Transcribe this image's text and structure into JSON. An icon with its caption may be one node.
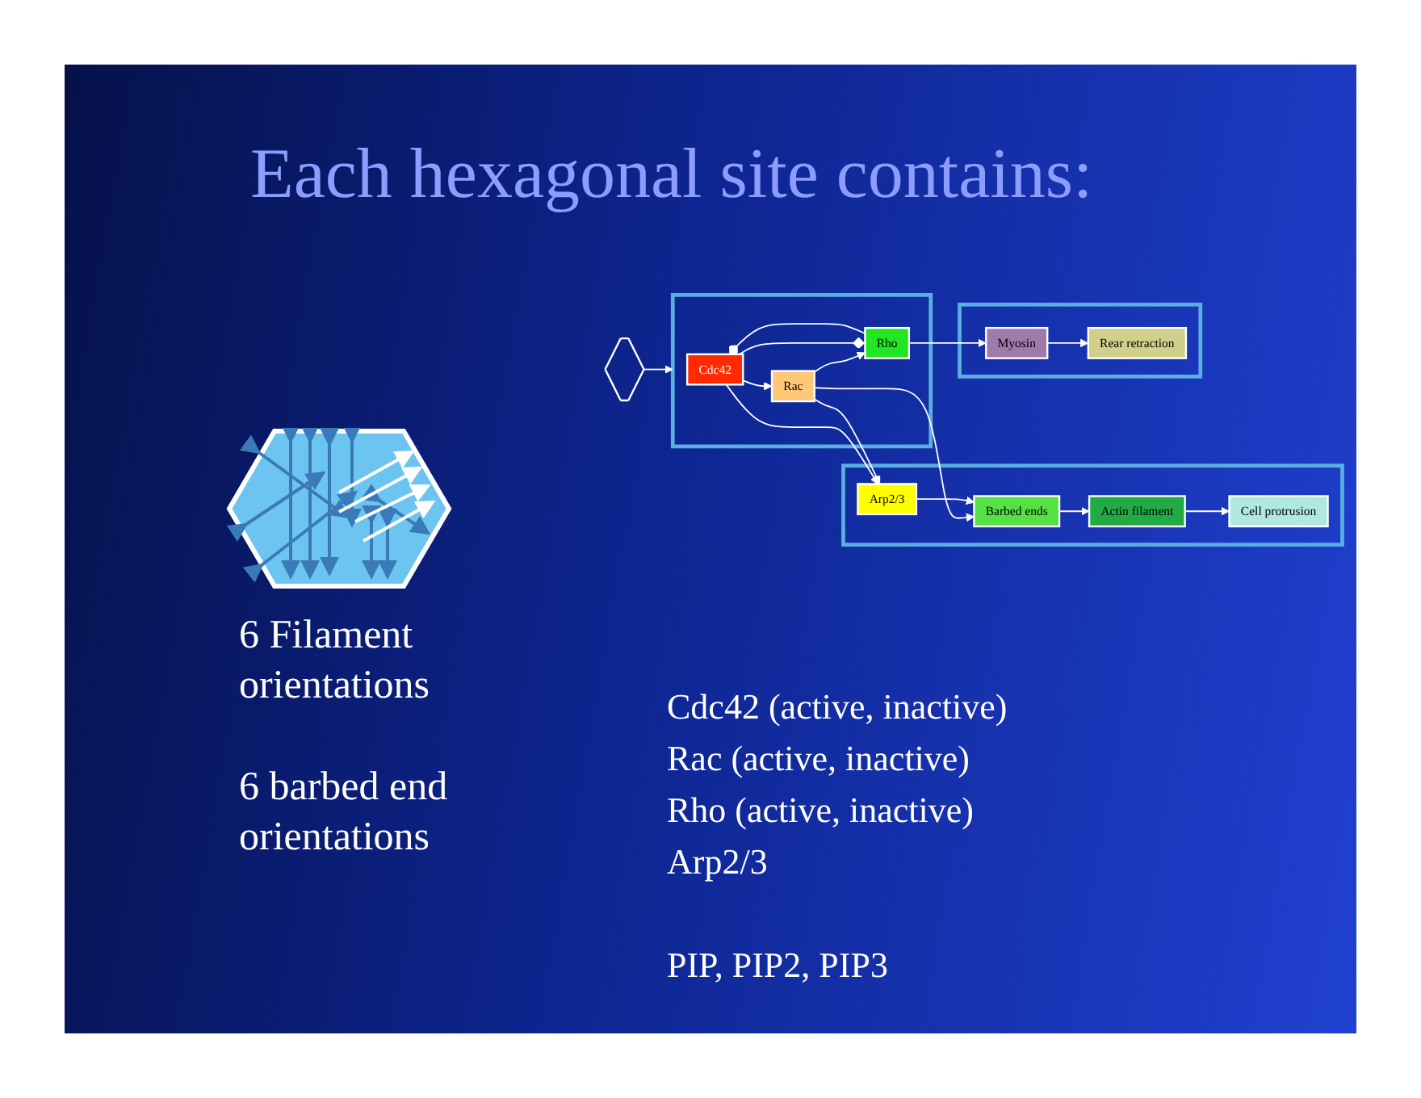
{
  "diagram": {
    "title": "Each hexagonal site contains:",
    "nodes": [
      {
        "text": [],
        "shape": "box"
      },
      {
        "text": [
          "Cdc42"
        ],
        "in": 0
      },
      {
        "text": [
          "Rac"
        ],
        "in": 0
      },
      {
        "text": [
          "Rho"
        ],
        "in": 0
      },
      {
        "text": [],
        "shape": "box"
      },
      {
        "text": [
          "Arp2/3"
        ],
        "in": 4
      },
      {
        "text": [
          "Barbed ends"
        ],
        "in": 4
      },
      {
        "text": [
          "Actin filament"
        ],
        "in": 4
      },
      {
        "text": [
          "Cell protrusion"
        ],
        "in": 4
      },
      {
        "text": [],
        "shape": "box"
      },
      {
        "text": [
          "Myosin"
        ],
        "in": 9
      },
      {
        "text": [
          "Rear retraction"
        ],
        "in": 9
      },
      {
        "text": [],
        "shape": "hexagon"
      }
    ],
    "edges": [
      {
        "from": 12,
        "to": 0,
        "arrow": "to"
      },
      {
        "from": 1,
        "to": 2,
        "arrow": "to"
      },
      {
        "from": 2,
        "to": 3,
        "arrow": "to"
      },
      {
        "from": 1,
        "to": 3,
        "arrow": "other"
      },
      {
        "from": 3,
        "to": 1,
        "arrow": "other"
      },
      {
        "from": 1,
        "to": 5,
        "arrow": "to"
      },
      {
        "from": 2,
        "to": 5,
        "arrow": "to"
      },
      {
        "from": 2,
        "to": 6,
        "arrow": "to"
      },
      {
        "from": 3,
        "to": 10,
        "arrow": "to"
      },
      {
        "from": 5,
        "to": 6,
        "arrow": "to"
      },
      {
        "from": 6,
        "to": 7,
        "arrow": "to"
      },
      {
        "from": 7,
        "to": 8,
        "arrow": "to"
      },
      {
        "from": 10,
        "to": 11,
        "arrow": "to"
      }
    ],
    "labels": [
      "6 Filament orientations",
      "6 barbed end orientations",
      "Cdc42 (active, inactive)",
      "Rac (active, inactive)",
      "Rho (active, inactive)",
      "Arp2/3",
      "PIP, PIP2, PIP3"
    ]
  }
}
